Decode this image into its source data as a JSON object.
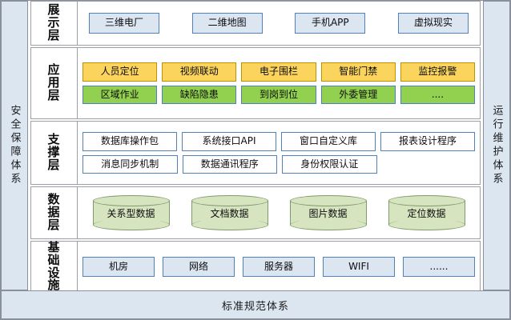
{
  "diagram": {
    "left_rail": {
      "label": "安全保障体系"
    },
    "right_rail": {
      "label": "运行维护体系"
    },
    "bottom_bar": {
      "label": "标准规范体系"
    },
    "layers": [
      {
        "id": "display",
        "label": "展示层",
        "rows": [
          {
            "style": "blue",
            "items": [
              "三维电厂",
              "二维地图",
              "手机APP",
              "虚拟现实"
            ]
          }
        ]
      },
      {
        "id": "application",
        "label": "应用层",
        "rows": [
          {
            "style": "orange",
            "items": [
              "人员定位",
              "视频联动",
              "电子围栏",
              "智能门禁",
              "监控报警"
            ]
          },
          {
            "style": "green",
            "items": [
              "区域作业",
              "缺陷隐患",
              "到岗到位",
              "外委管理",
              "...."
            ]
          }
        ]
      },
      {
        "id": "support",
        "label": "支撑层",
        "rows": [
          {
            "style": "white",
            "items": [
              "数据库操作包",
              "系统接口API",
              "窗口自定义库",
              "报表设计程序"
            ]
          },
          {
            "style": "white",
            "items": [
              "消息同步机制",
              "数据通讯程序",
              "身份权限认证",
              ""
            ]
          }
        ]
      },
      {
        "id": "data",
        "label": "数据层",
        "cylinders": [
          "关系型数据",
          "文档数据",
          "图片数据",
          "定位数据"
        ]
      },
      {
        "id": "infrastructure",
        "label": "基础设施",
        "rows": [
          {
            "style": "blue",
            "items": [
              "机房",
              "网络",
              "服务器",
              "WIFI",
              "......"
            ]
          }
        ]
      }
    ]
  },
  "colors": {
    "rail_fill": "#dce6f1",
    "blue_fill": "#dce6f1",
    "blue_border": "#4f81bd",
    "orange_fill": "#fbd45e",
    "orange_border": "#bf9000",
    "green_fill": "#92d050",
    "cylinder_fill": "#d7e4c0",
    "cylinder_border": "#7f9a6b",
    "panel_border": "#9aa0a6"
  }
}
